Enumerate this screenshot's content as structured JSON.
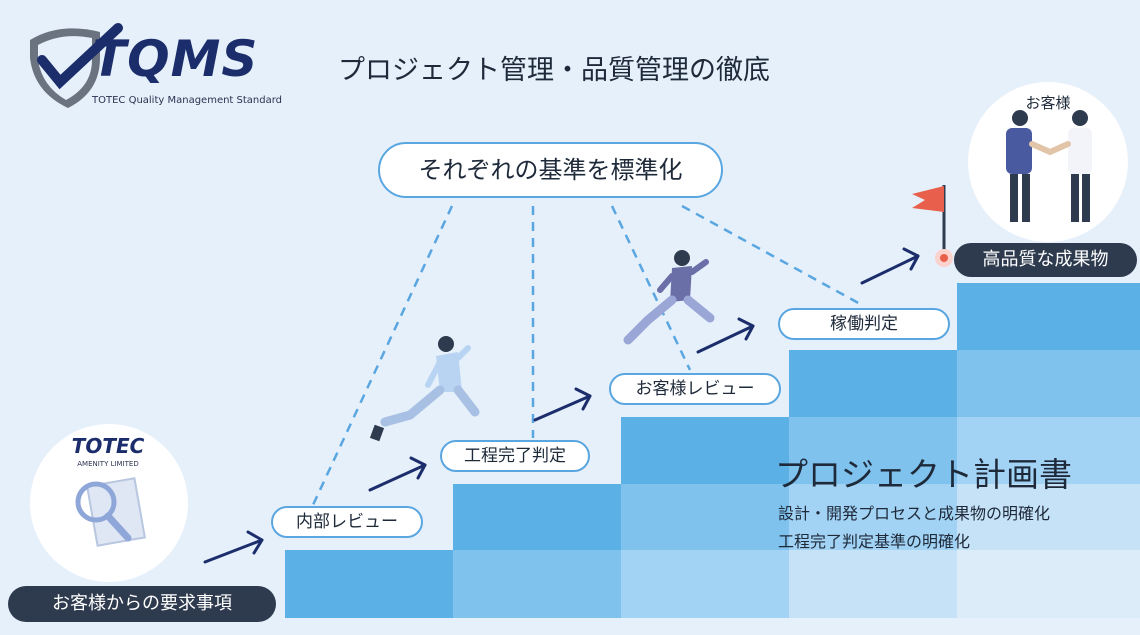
{
  "header": {
    "logo_text": "TQMS",
    "logo_subtitle": "TOTEC Quality Management Standard",
    "title": "プロジェクト管理・品質管理の徹底"
  },
  "standardize_label": "それぞれの基準を標準化",
  "start_label": "お客様からの要求事項",
  "client_logo": {
    "name": "TOTEC",
    "sub": "AMENITY LIMITED"
  },
  "customer_label": "お客様",
  "goal_label": "高品質な成果物",
  "steps": [
    {
      "label": "内部レビュー"
    },
    {
      "label": "工程完了判定"
    },
    {
      "label": "お客様レビュー"
    },
    {
      "label": "稼働判定"
    }
  ],
  "plan": {
    "title": "プロジェクト計画書",
    "lines": [
      "設計・開発プロセスと成果物の明確化",
      "工程完了判定基準の明確化"
    ]
  },
  "colors": {
    "background": "#e6f0fb",
    "step_blue": "#5bb0e6",
    "step_light": "#a9d3f2",
    "pill_border": "#5aa6e0",
    "dark_label": "#2e3b4e",
    "arrow": "#1b2d6b",
    "flag": "#e8604c"
  }
}
